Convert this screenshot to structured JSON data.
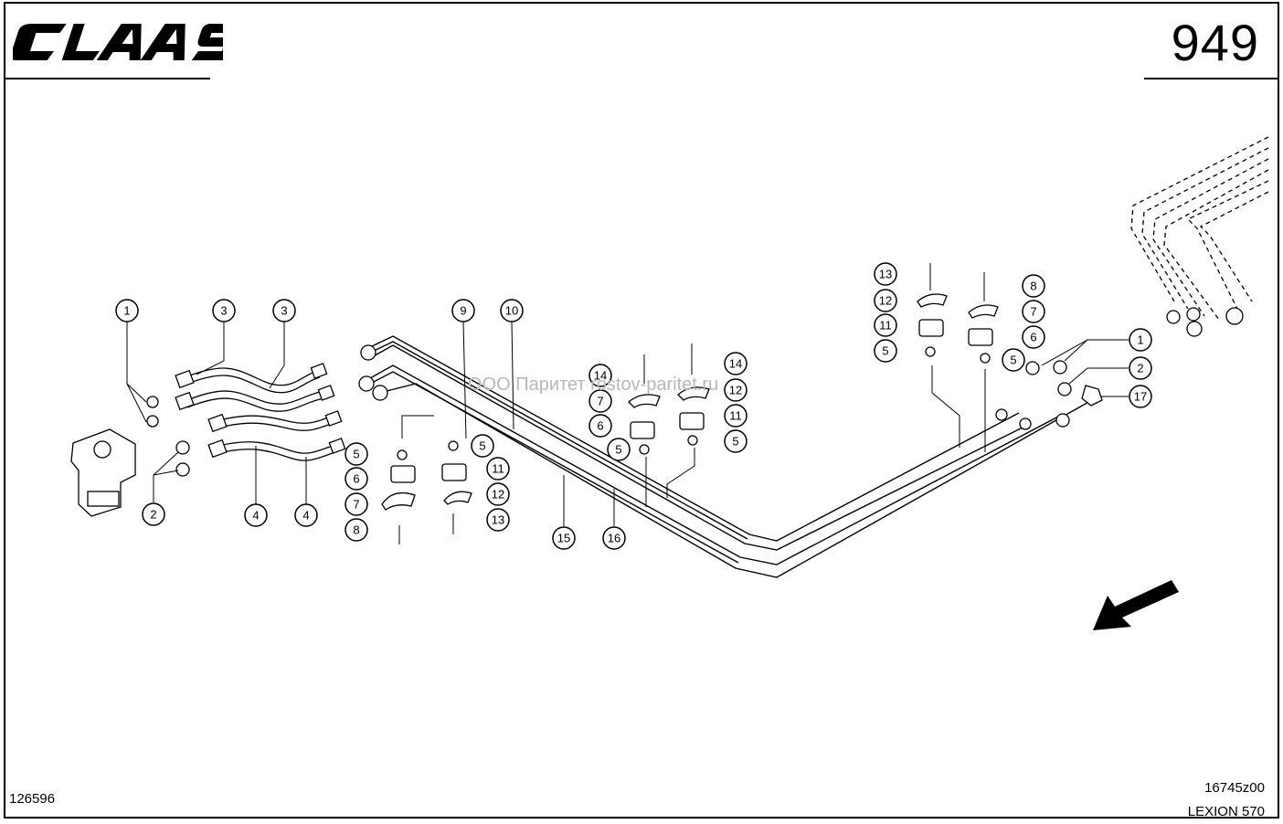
{
  "header": {
    "brand_logo_text": "CLAAS",
    "page_number": "949"
  },
  "footer": {
    "drawing_code": "126596",
    "illustration_ref": "16745z00",
    "model": "LEXION 570"
  },
  "watermark": "ООО Паритет   rostov-paritet.ru",
  "callouts": [
    "1",
    "3",
    "3",
    "2",
    "4",
    "4",
    "9",
    "10",
    "5",
    "6",
    "7",
    "8",
    "5",
    "11",
    "12",
    "13",
    "15",
    "16",
    "14",
    "7",
    "6",
    "5",
    "14",
    "12",
    "11",
    "5",
    "13",
    "12",
    "11",
    "5",
    "8",
    "7",
    "6",
    "5",
    "1",
    "2",
    "17"
  ],
  "colors": {
    "line": "#000000",
    "background": "#ffffff",
    "watermark": "#b8b8b8"
  }
}
